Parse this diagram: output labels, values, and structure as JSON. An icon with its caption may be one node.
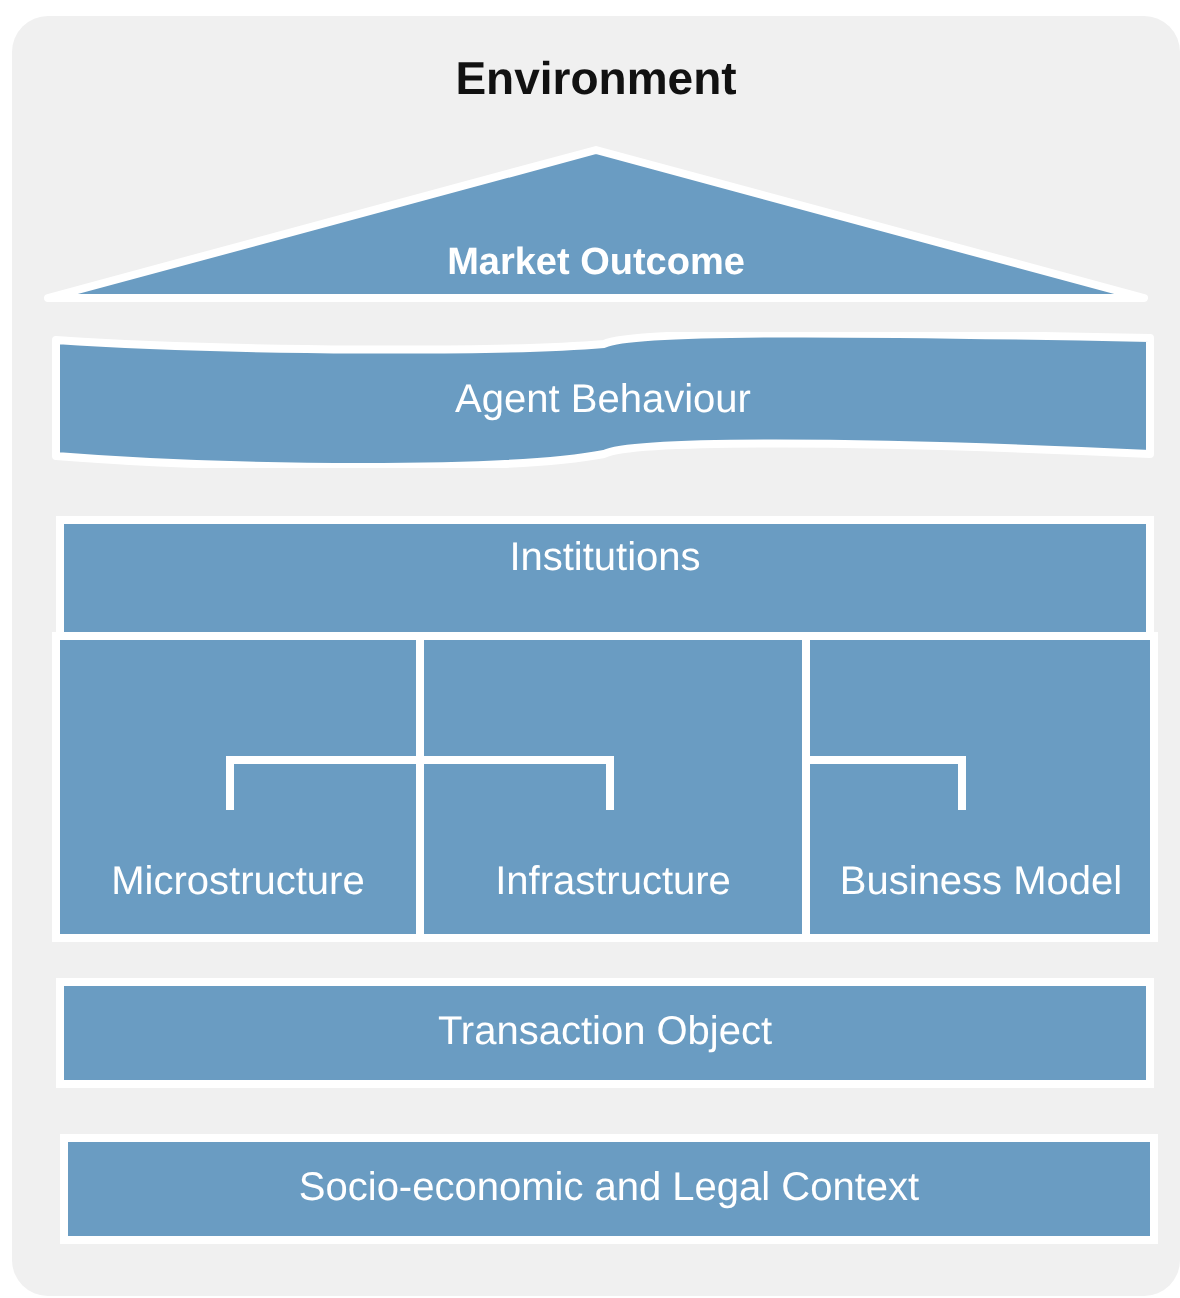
{
  "diagram": {
    "nodes": [
      {
        "text": [
          "Environment"
        ]
      },
      {
        "text": [
          "Market Outcome"
        ],
        "in": 0
      },
      {
        "text": [
          "Agent Behaviour"
        ],
        "in": 0
      },
      {
        "text": [
          "Institutions"
        ],
        "in": 0
      },
      {
        "text": [
          "Microstructure"
        ],
        "in": 0
      },
      {
        "text": [
          "Infrastructure"
        ],
        "in": 0
      },
      {
        "text": [
          "Business Model"
        ],
        "in": 0
      },
      {
        "text": [
          "Transaction Object"
        ],
        "in": 0
      },
      {
        "text": [
          "Socio-economic and Legal Context"
        ],
        "in": 0
      }
    ],
    "edges": [
      {
        "from": 3,
        "to": 4,
        "arrow": "none"
      },
      {
        "from": 3,
        "to": 5,
        "arrow": "none"
      },
      {
        "from": 3,
        "to": 6,
        "arrow": "none"
      }
    ]
  }
}
